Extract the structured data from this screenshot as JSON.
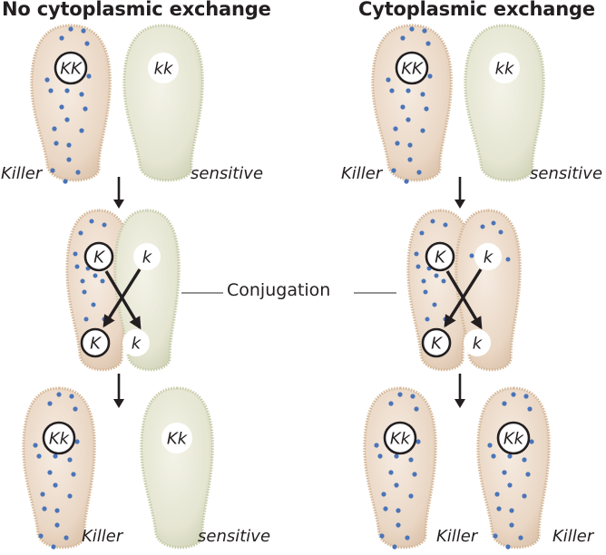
{
  "panels": [
    {
      "title": "No cytoplasmic exchange",
      "parents": [
        {
          "genotype": "KK",
          "phenotype": "Killer",
          "kappa": true
        },
        {
          "genotype": "kk",
          "phenotype": "sensitive",
          "kappa": false
        }
      ],
      "conjugation": {
        "left_before": "K",
        "right_before": "k",
        "left_after": "K",
        "right_after": "k",
        "cytoplasm_exchanged": false
      },
      "progeny": [
        {
          "genotype": "Kk",
          "phenotype": "Killer",
          "kappa": true
        },
        {
          "genotype": "Kk",
          "phenotype": "sensitive",
          "kappa": false
        }
      ]
    },
    {
      "title": "Cytoplasmic exchange",
      "parents": [
        {
          "genotype": "KK",
          "phenotype": "Killer",
          "kappa": true
        },
        {
          "genotype": "kk",
          "phenotype": "sensitive",
          "kappa": false
        }
      ],
      "conjugation": {
        "left_before": "K",
        "right_before": "k",
        "left_after": "K",
        "right_after": "k",
        "cytoplasm_exchanged": true
      },
      "progeny": [
        {
          "genotype": "Kk",
          "phenotype": "Killer",
          "kappa": true
        },
        {
          "genotype": "Kk",
          "phenotype": "Killer",
          "kappa": true
        }
      ]
    }
  ],
  "center_label": "Conjugation",
  "colors": {
    "killer_cell": "#e9d6c4",
    "sensitive_cell": "#e3e4cf",
    "kappa_dot": "#4a74b8",
    "arrow": "#231f20"
  },
  "icons": {
    "arrow": "down-arrow-icon",
    "kappa": "kappa-particle-dot"
  }
}
